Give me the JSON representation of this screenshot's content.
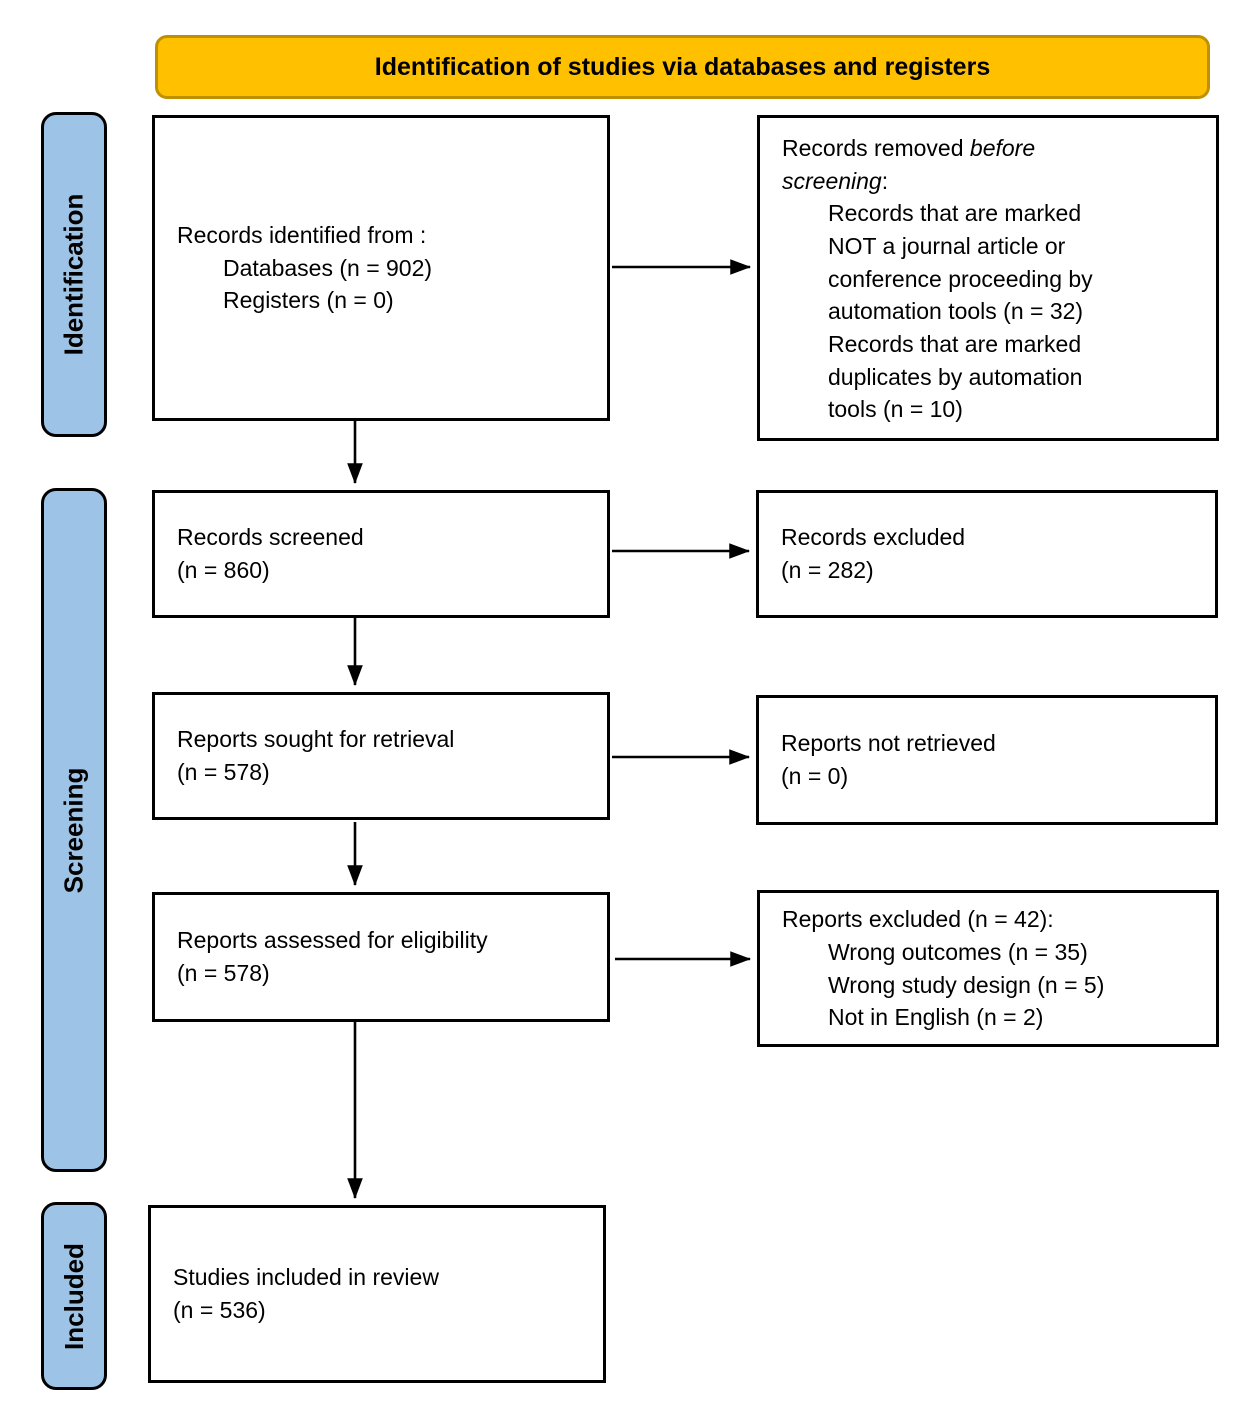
{
  "banner": {
    "title": "Identification of studies via databases and registers"
  },
  "stages": {
    "identification": "Identification",
    "screening": "Screening",
    "included": "Included"
  },
  "boxes": {
    "identified": {
      "heading": "Records identified from :",
      "items": [
        "Databases (n = 902)",
        "Registers (n = 0)"
      ]
    },
    "removed": {
      "line1_regular": "Records removed ",
      "line1_italic": "before",
      "line2_italic": "screening",
      "line2_regular": ":",
      "items": [
        "Records that are marked\nNOT a journal article or\nconference proceeding by\nautomation tools (n = 32)",
        "Records that are marked\nduplicates by automation\ntools (n = 10)"
      ]
    },
    "screened": {
      "text": "Records screened\n(n = 860)"
    },
    "records_excluded": {
      "text": "Records excluded\n(n = 282)"
    },
    "sought": {
      "text": "Reports sought for retrieval\n(n = 578)"
    },
    "not_retrieved": {
      "text": "Reports not retrieved\n(n = 0)"
    },
    "assessed": {
      "text": "Reports assessed for eligibility\n(n = 578)"
    },
    "reports_excluded": {
      "heading": "Reports excluded (n = 42):",
      "items": [
        "Wrong outcomes (n = 35)",
        "Wrong study design (n = 5)",
        "Not in English (n = 2)"
      ]
    },
    "included": {
      "text": "Studies included in review\n(n = 536)"
    }
  },
  "colors": {
    "banner_bg": "#FFC000",
    "banner_border": "#BF9000",
    "stage_bg": "#9DC3E6"
  }
}
